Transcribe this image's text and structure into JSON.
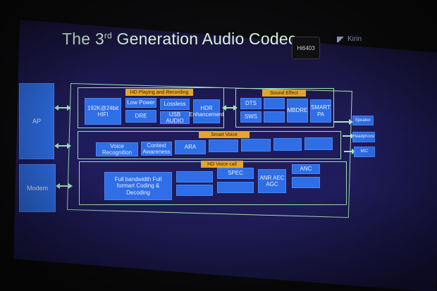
{
  "slide": {
    "title_main": "The 3",
    "title_sup": "rd",
    "title_rest": " Generation Audio Codec",
    "chip_label": "Hi6403",
    "brand": "Kirin"
  },
  "left_blocks": {
    "ap": "AP",
    "modem": "Modem"
  },
  "hd_playing": {
    "header": "HD Playing and Recording",
    "items": [
      "192K@24bit HIFI",
      "Low Power",
      "DRE",
      "Lossless",
      "USB AUDIO",
      "HDR Enhancement"
    ]
  },
  "sound_effect": {
    "header": "Sound Effect",
    "items": [
      "DTS",
      "SWS",
      "MBDRE",
      "SMART PA"
    ]
  },
  "smart_voice": {
    "header": "Smart Voice",
    "items": [
      "Voice Recognition",
      "Context Awareness",
      "ARA"
    ]
  },
  "hd_voice_call": {
    "header": "HD Voice call",
    "items": [
      "Full bandwidth Full formart Coding & Decoding",
      "SPEC",
      "ANR AEC AGC",
      "ANC"
    ]
  },
  "outputs": [
    "Speaker",
    "Headphone",
    "MIC"
  ],
  "colors": {
    "block_blue": "#2e6ee6",
    "header_orange": "#e3a62a",
    "frame_green": "#9fe0b4"
  }
}
